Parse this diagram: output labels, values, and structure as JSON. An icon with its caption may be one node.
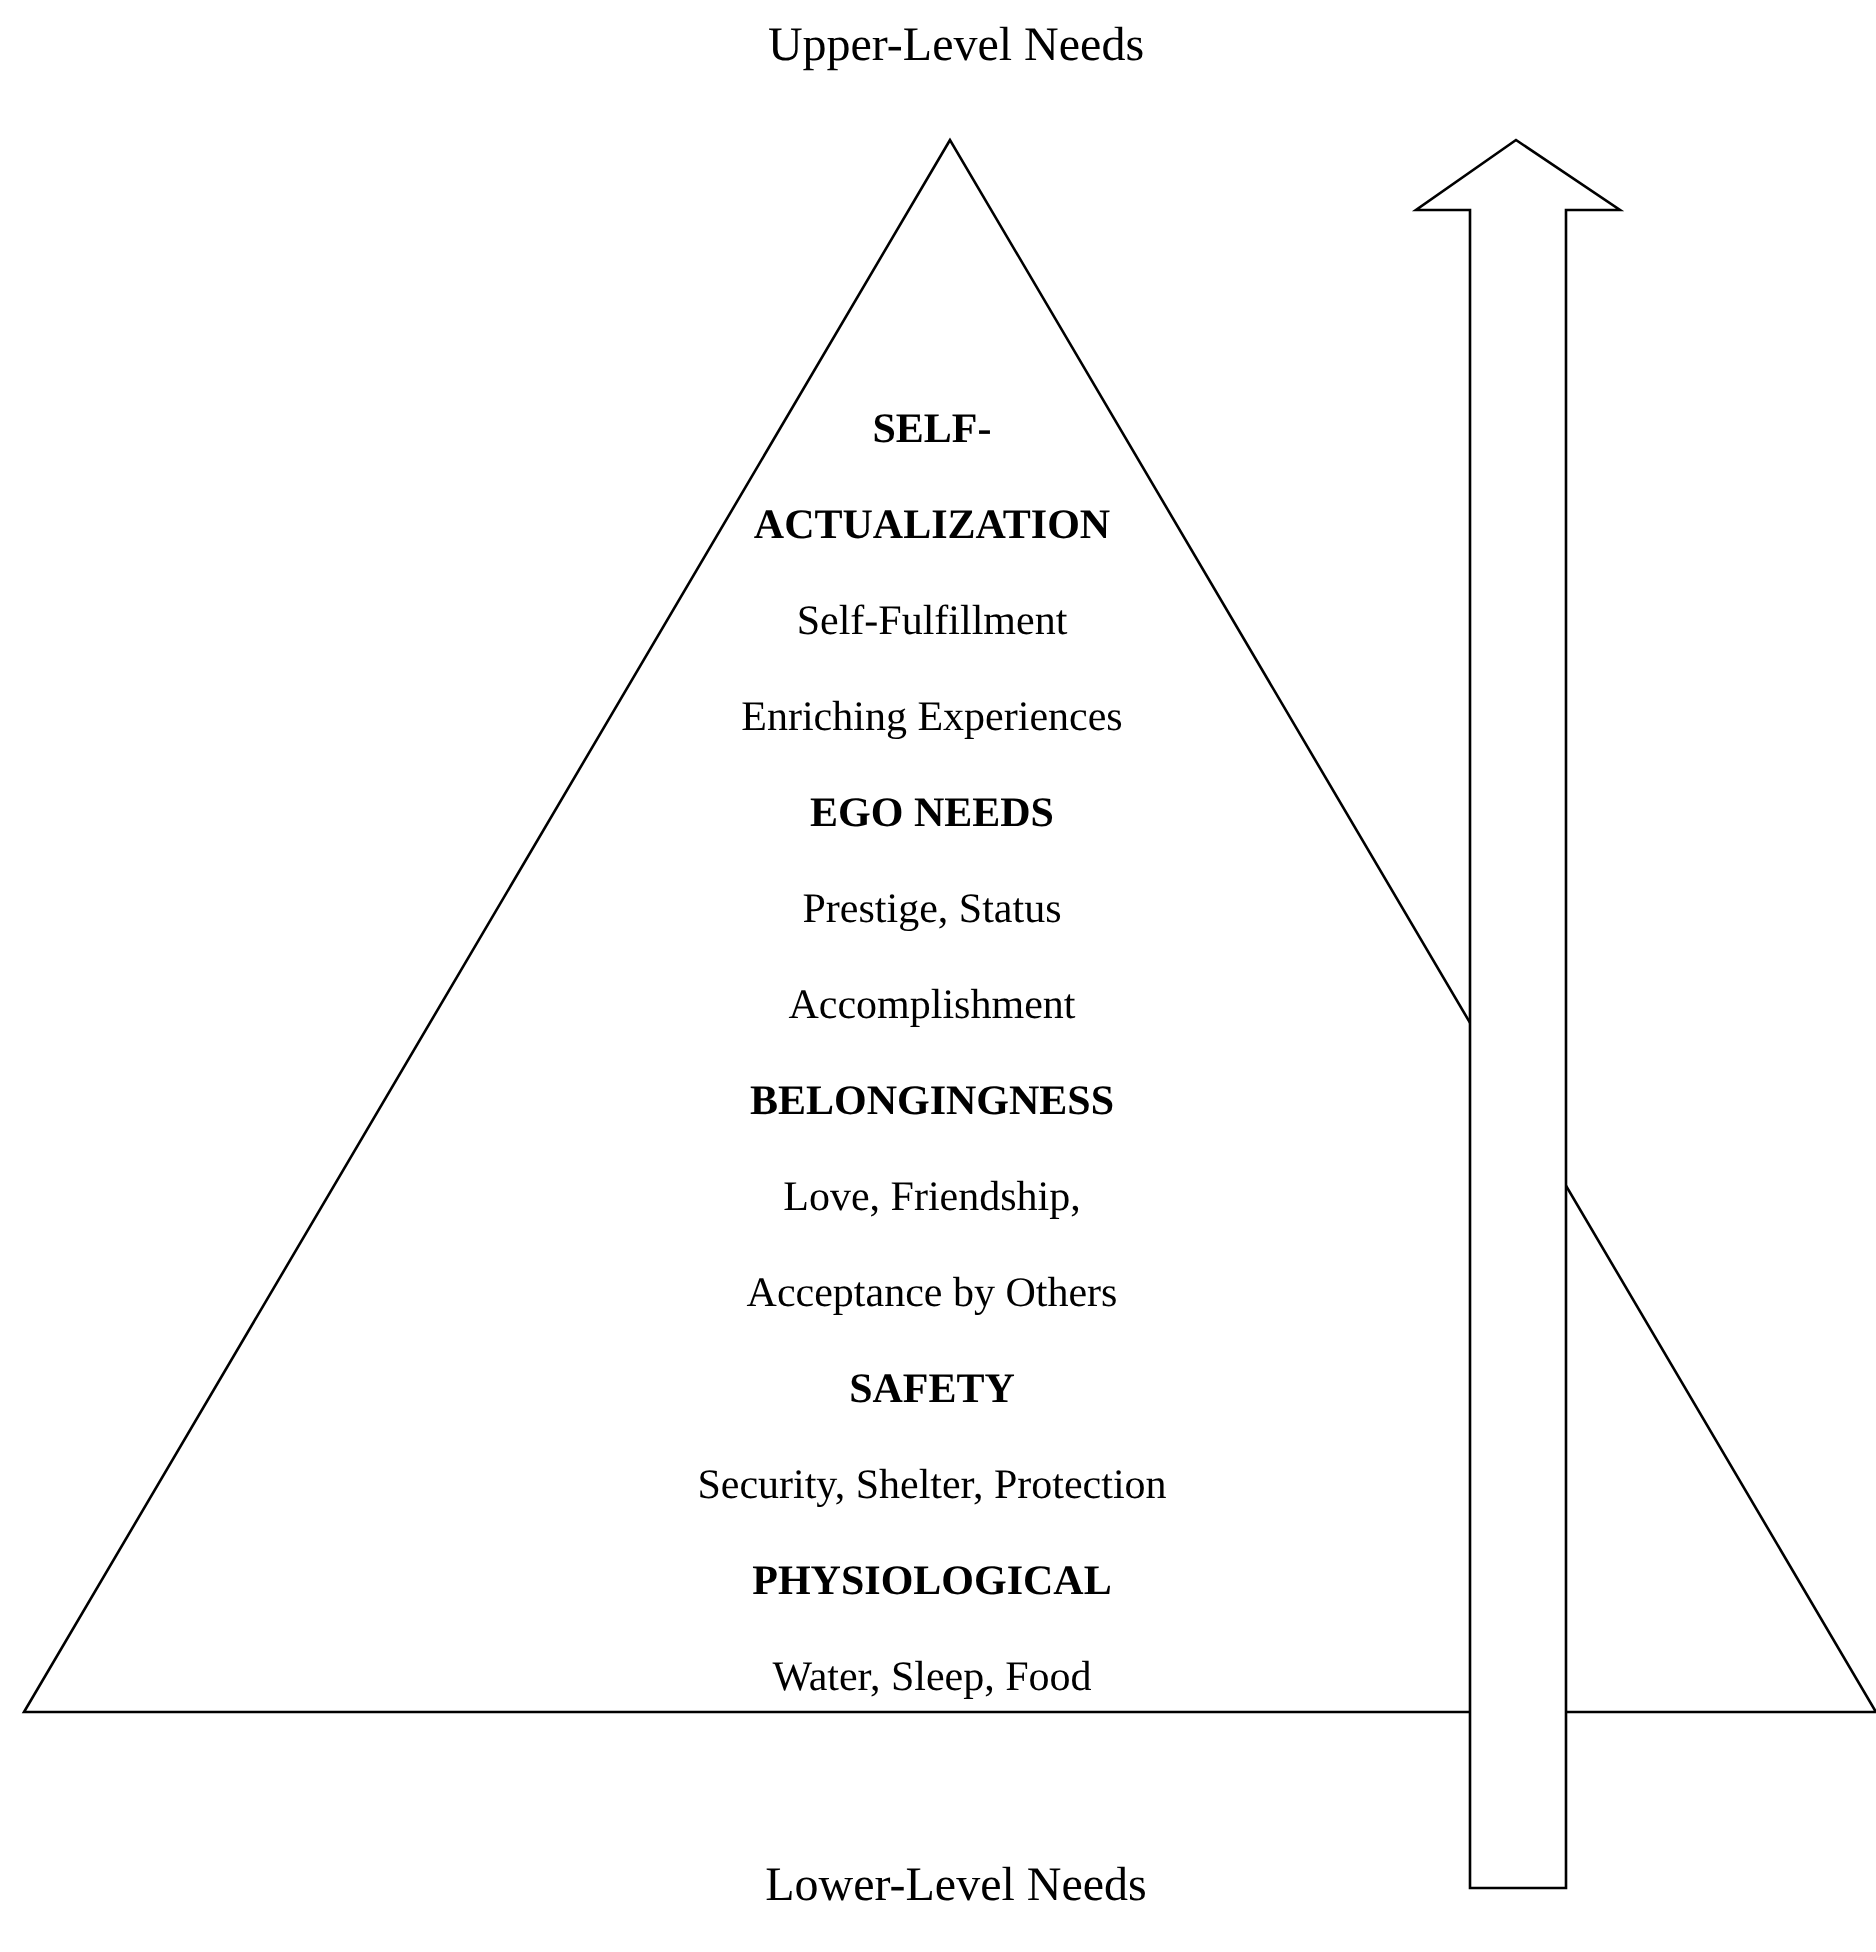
{
  "diagram": {
    "nodes": [
      {
        "text": [],
        "shape": "triangle"
      },
      {
        "text": [
          "SELF- ACTUALIZATION",
          "Self-Fulfillment",
          "Enriching Experiences"
        ],
        "in": 0
      },
      {
        "text": [
          "EGO NEEDS",
          "Prestige, Status",
          "Accomplishment"
        ],
        "in": 0
      },
      {
        "text": [
          "BELONGINGNESS",
          "Love, Friendship,",
          "Acceptance by Others"
        ],
        "in": 0
      },
      {
        "text": [
          "SAFETY",
          "Security, Shelter, Protection"
        ],
        "in": 0
      },
      {
        "text": [
          "PHYSIOLOGICAL",
          "Water, Sleep, Food"
        ],
        "in": 0
      }
    ],
    "labels": [
      "Upper-Level Needs",
      "Lower-Level Needs"
    ]
  }
}
